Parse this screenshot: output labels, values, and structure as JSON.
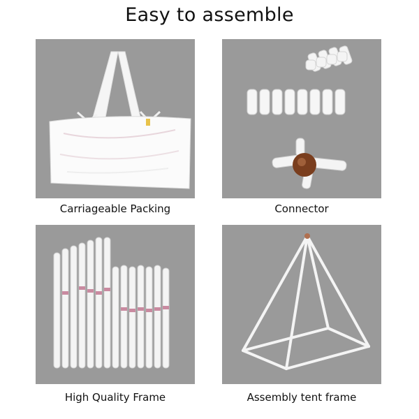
{
  "title": "Easy to assemble",
  "panels": [
    {
      "caption": "Carriageable Packing",
      "image": "tent-carry-bag-photo"
    },
    {
      "caption": "Connector",
      "image": "pipe-connectors-photo"
    },
    {
      "caption": "High Quality Frame",
      "image": "frame-tubes-photo"
    },
    {
      "caption": "Assembly tent frame",
      "image": "pyramid-tent-frame-photo"
    }
  ],
  "colors": {
    "panel_bg": "#9a9a9a",
    "tube": "#f2f2f2",
    "connector_hub": "#7a3e1e"
  }
}
